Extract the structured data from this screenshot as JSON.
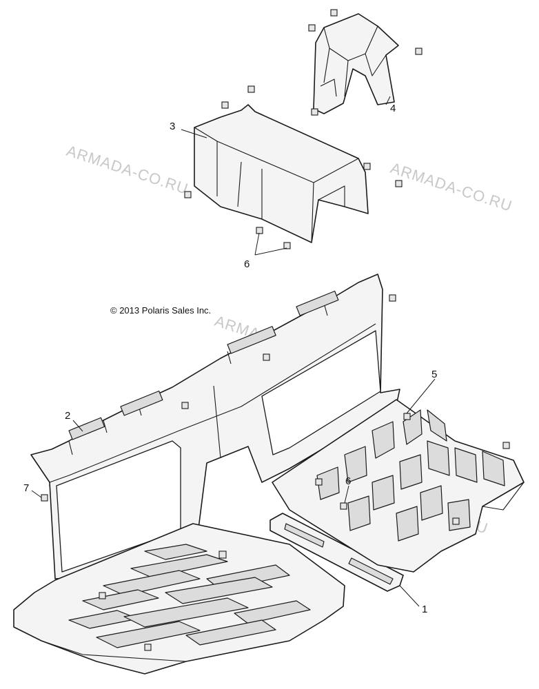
{
  "copyright": "© 2013 Polaris Sales Inc.",
  "watermark": "ARMADA-CO.RU",
  "callouts": [
    "1",
    "2",
    "3",
    "4",
    "5",
    "6",
    "6",
    "7"
  ]
}
